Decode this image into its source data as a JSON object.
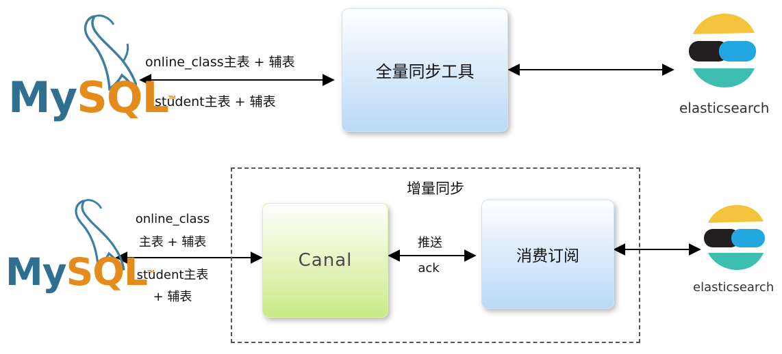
{
  "top": {
    "mysql": {
      "my": "My",
      "sql": "SQL",
      "tm": "TM"
    },
    "link_label_1": "online_class主表 + 辅表",
    "link_label_2": "student主表 + 辅表",
    "tool_box_label": "全量同步工具",
    "elasticsearch_label": "elasticsearch"
  },
  "bottom": {
    "mysql": {
      "my": "My",
      "sql": "SQL",
      "tm": "TM"
    },
    "link_label_1a": "online_class",
    "link_label_1b": "主表 + 辅表",
    "link_label_2a": "student主表",
    "link_label_2b": "+ 辅表",
    "group_title": "增量同步",
    "canal_label": "Canal",
    "push_label": "推送",
    "ack_label": "ack",
    "consumer_label": "消费订阅",
    "elasticsearch_label": "elasticsearch"
  },
  "colors": {
    "mysql_blue": "#2f6f8f",
    "mysql_orange": "#e48b1c",
    "es_yellow": "#f3c33b",
    "es_black": "#231f20",
    "es_blue": "#23a7e0",
    "es_teal": "#3ebeb0"
  }
}
